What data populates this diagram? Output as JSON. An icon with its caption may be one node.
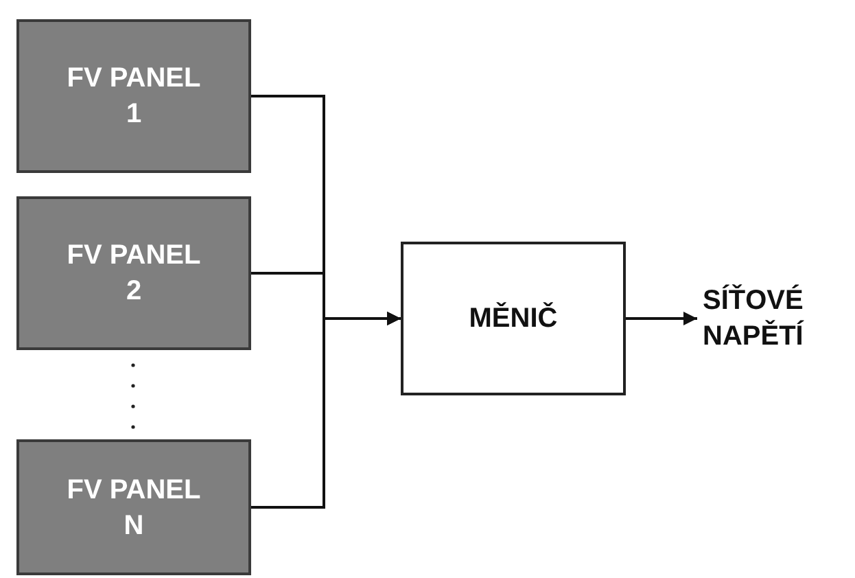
{
  "diagram": {
    "nodes": [
      {
        "text": [
          "FV PANEL 1"
        ]
      },
      {
        "text": [
          "FV PANEL 2"
        ]
      },
      {
        "text": [
          "FV PANEL N"
        ]
      },
      {
        "text": [
          "MĚNIČ"
        ]
      },
      {
        "text": [
          "SÍŤOVÉ NAPĚTÍ"
        ]
      }
    ],
    "edges": [
      {
        "from": 0,
        "to": 3,
        "arrow": "to"
      },
      {
        "from": 1,
        "to": 3,
        "arrow": "to"
      },
      {
        "from": 2,
        "to": 3,
        "arrow": "to"
      },
      {
        "from": 3,
        "to": 4,
        "arrow": "to"
      }
    ]
  }
}
